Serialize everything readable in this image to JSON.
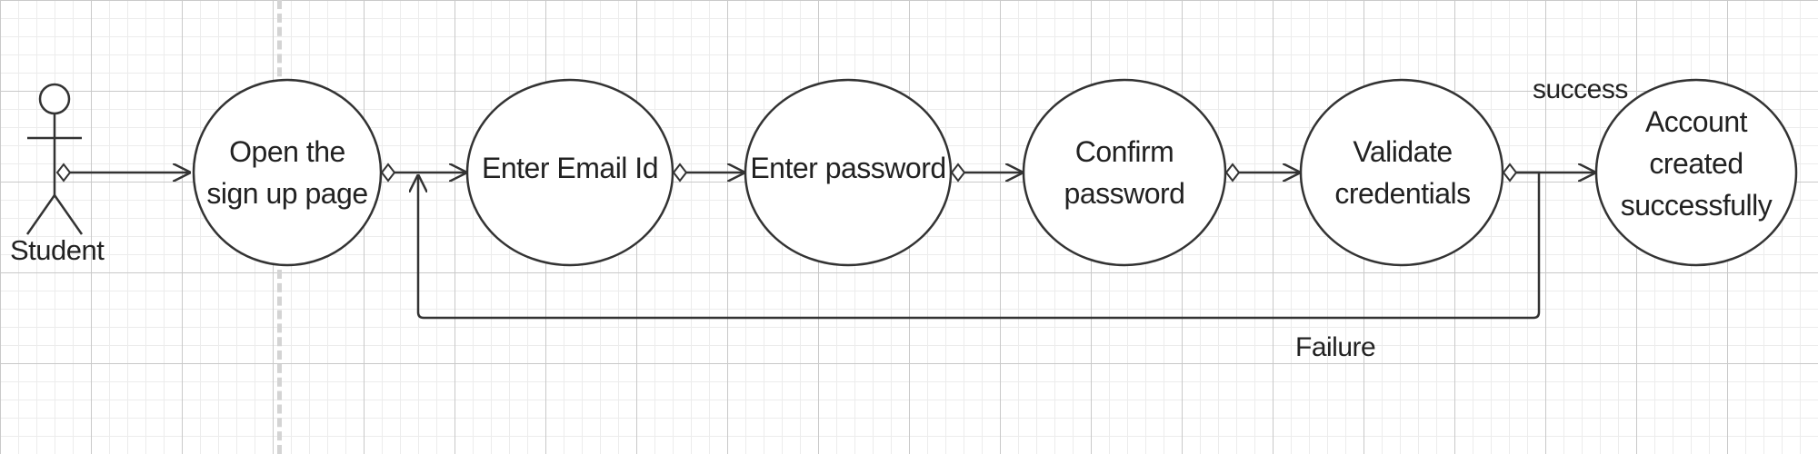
{
  "actor": {
    "label": "Student"
  },
  "use_cases": [
    {
      "id": "open-signup",
      "label": "Open the\nsign up page"
    },
    {
      "id": "enter-email",
      "label": "Enter Email Id"
    },
    {
      "id": "enter-password",
      "label": "Enter password"
    },
    {
      "id": "confirm-password",
      "label": "Confirm\npassword"
    },
    {
      "id": "validate-credentials",
      "label": "Validate\ncredentials"
    },
    {
      "id": "account-created",
      "label": "Account\ncreated\nsuccessfully"
    }
  ],
  "edge_labels": {
    "success": "success",
    "failure": "Failure"
  },
  "colors": {
    "stroke": "#333333",
    "text": "#222222",
    "grid_major": "#c9c9c9",
    "grid_minor": "#ececec"
  }
}
